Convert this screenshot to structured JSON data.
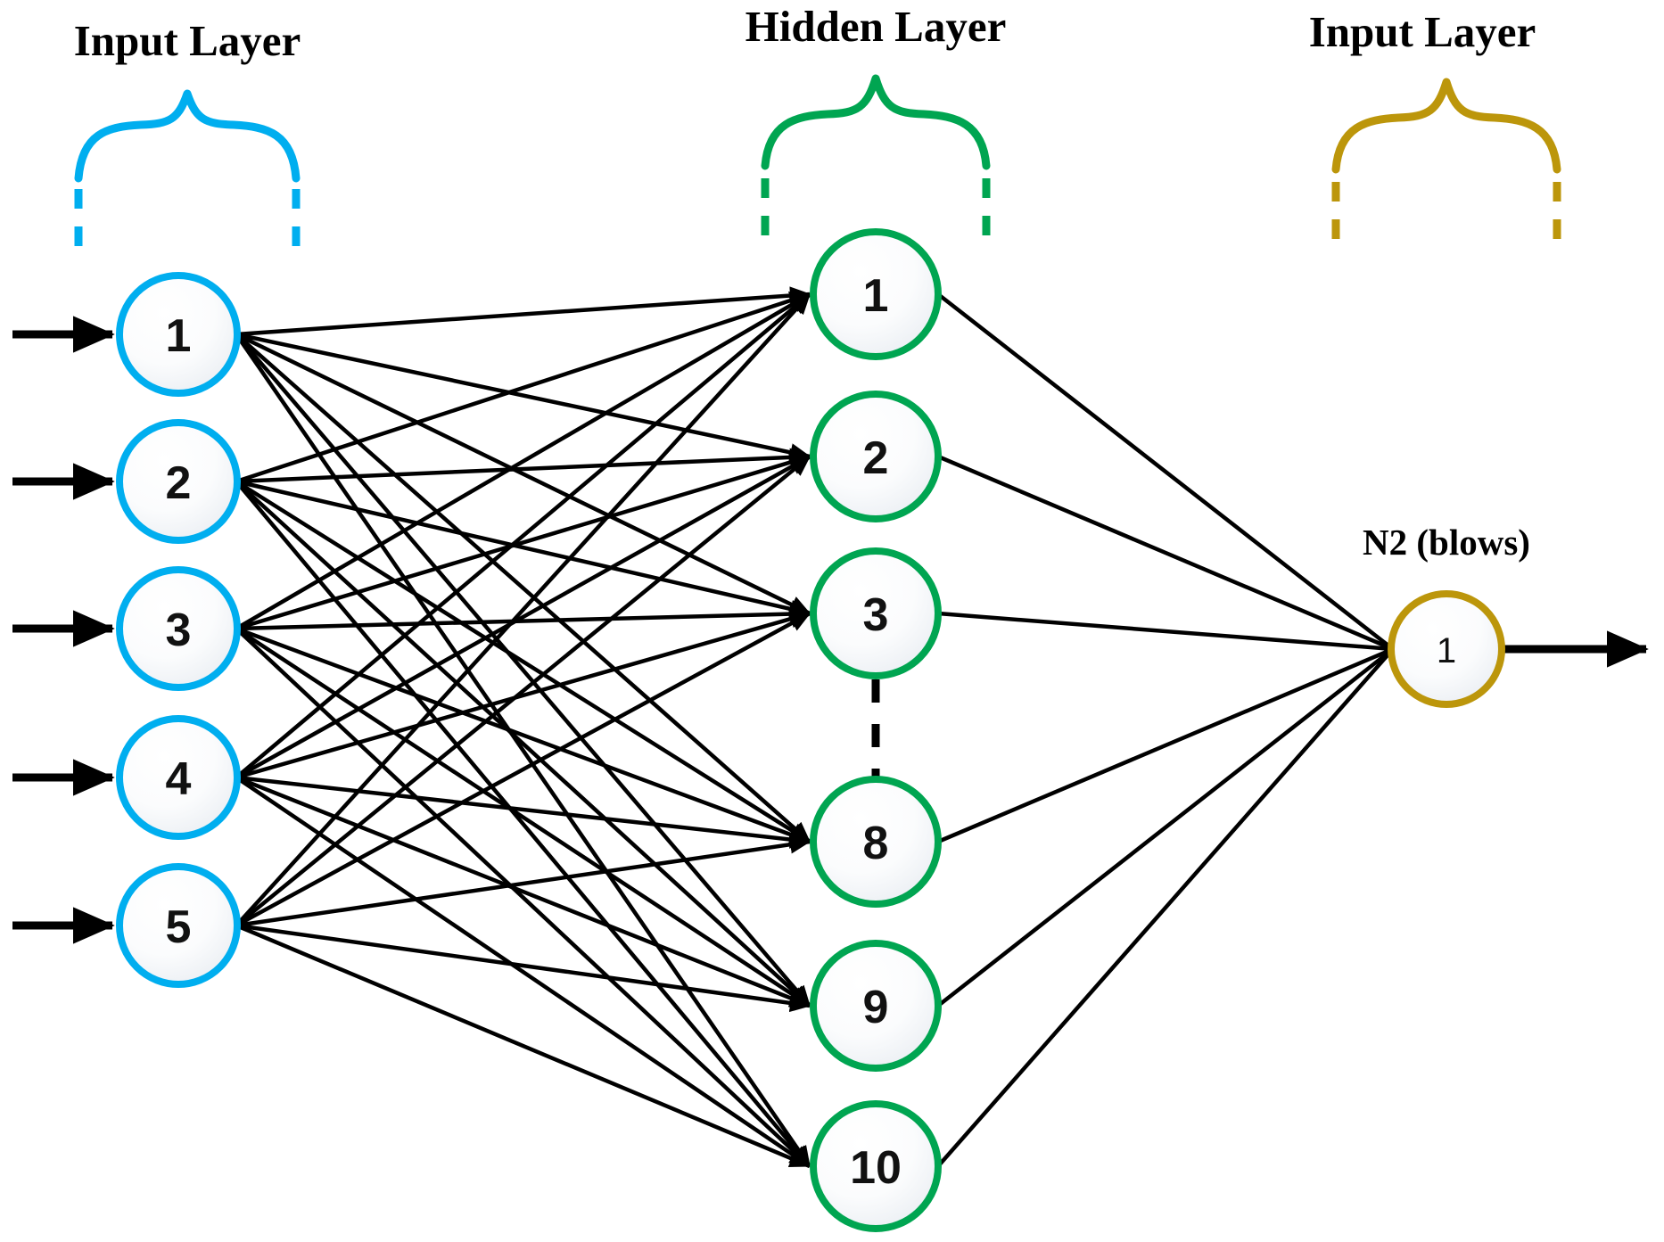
{
  "diagram": {
    "type": "neural-network-architecture",
    "background_color": "#ffffff",
    "edge_color": "#000000"
  },
  "layers": {
    "input": {
      "title": "Input Layer",
      "brace_color": "#00AEEF",
      "node_border_color": "#00AEEF",
      "nodes": [
        {
          "label": "1"
        },
        {
          "label": "2"
        },
        {
          "label": "3"
        },
        {
          "label": "4"
        },
        {
          "label": "5"
        }
      ]
    },
    "hidden": {
      "title": "Hidden Layer",
      "brace_color": "#00A551",
      "node_border_color": "#00A551",
      "nodes": [
        {
          "label": "1"
        },
        {
          "label": "2"
        },
        {
          "label": "3"
        },
        {
          "label": "8"
        },
        {
          "label": "9"
        },
        {
          "label": "10"
        }
      ],
      "ellipsis_between": [
        "3",
        "8"
      ]
    },
    "output": {
      "title": "Input Layer",
      "node_title": "N2 (blows)",
      "brace_color": "#BC960B",
      "node_border_color": "#BC960B",
      "nodes": [
        {
          "label": "1"
        }
      ]
    }
  }
}
